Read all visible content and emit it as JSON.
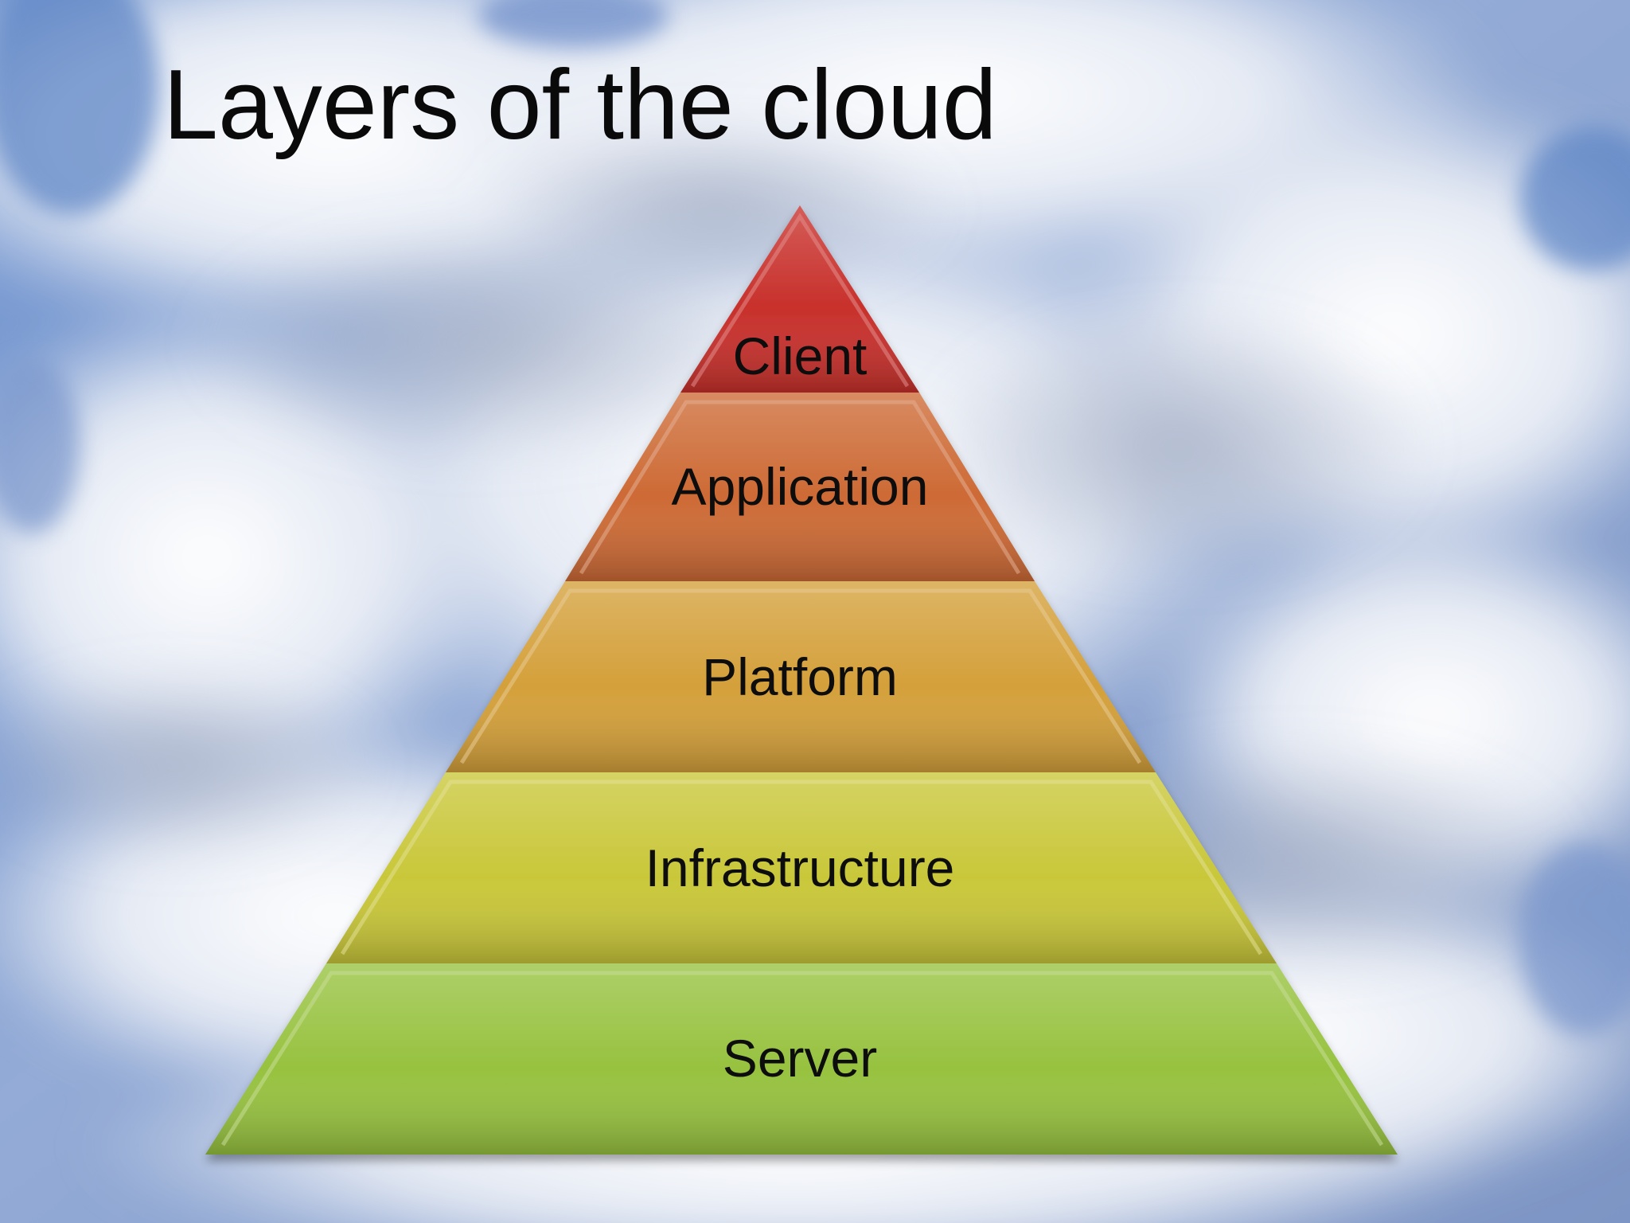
{
  "slide": {
    "title": "Layers of the cloud"
  },
  "pyramid": {
    "layers": [
      {
        "label": "Client",
        "color": "#c8302b"
      },
      {
        "label": "Application",
        "color": "#cd6a35"
      },
      {
        "label": "Platform",
        "color": "#d4a03a"
      },
      {
        "label": "Infrastructure",
        "color": "#c9c739"
      },
      {
        "label": "Server",
        "color": "#97c23f"
      }
    ]
  },
  "background": {
    "sky_color": "#5f86c6",
    "cloud_color": "#f2f4f8"
  }
}
